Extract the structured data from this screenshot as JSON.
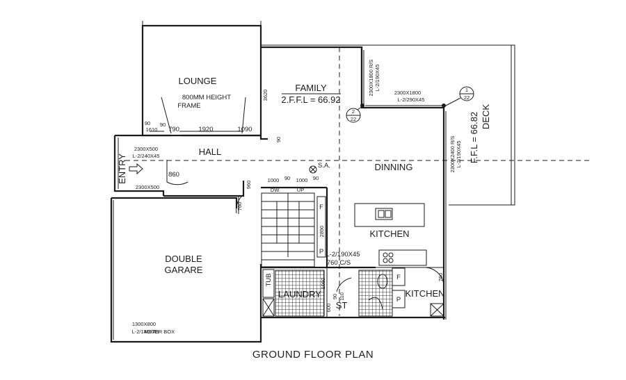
{
  "caption": "GROUND FLOOR PLAN",
  "rooms": {
    "lounge": "LOUNGE",
    "family": "FAMILY",
    "hall": "HALL",
    "entry": "ENTRY",
    "dinning": "DINNING",
    "kitchen": "KITCHEN",
    "kitchen2": "KITCHEN",
    "double_garage_line1": "DOUBLE",
    "double_garage_line2": "GARARE",
    "laundry": "LAUNDRY",
    "deck": "DECK",
    "tub": "TUB",
    "st": "ST"
  },
  "notes": {
    "frame_line1": "800MM HEIGHT",
    "frame_line2": "FRAME",
    "ffl_family": "2.F.F.L = 66.92",
    "ffl_deck": "F.F.L = 66.82",
    "sa": "S.A.",
    "dw": "DW.",
    "up": "UP",
    "meter_box": "METER BOX",
    "cs": "760 C/S",
    "f_upper": "F",
    "p_upper": "P",
    "f_kitchen": "F",
    "p_kitchen": "P"
  },
  "windows": {
    "entry_top_l1": "2300X500",
    "entry_top_l2": "L-2/240X45",
    "entry_bottom": "2300X500",
    "family_east_l1": "2300X1800 R/S",
    "family_east_l2": "L-2/190X45",
    "family_north_l1": "2300X1800",
    "family_north_l2": "L-2/290X45",
    "dining_east_l1": "2300X2400 R/S",
    "dining_east_l2": "L-2/190X45",
    "stair_l1": "L-2/190X45",
    "garage_l1": "1300X800",
    "garage_l2": "L-2/140X45"
  },
  "dimensions": {
    "d90a": "90",
    "d1610": "1610",
    "d90b": "90",
    "d790": "790",
    "d1920": "1920",
    "d1090": "1090",
    "d3620": "3620",
    "d90c": "90",
    "d860": "860",
    "d960": "960",
    "d1000a": "1000",
    "d90d": "90",
    "d1000b": "1000",
    "d90e": "90",
    "d760a": "760",
    "d2890": "2890",
    "d1060": "1060",
    "d90f": "90",
    "d110": "110",
    "d600": "600",
    "d760b": "760"
  },
  "section_markers": {
    "s1_top": "1",
    "s1_bottom": "22",
    "s2_top": "2",
    "s2_bottom": "22"
  }
}
